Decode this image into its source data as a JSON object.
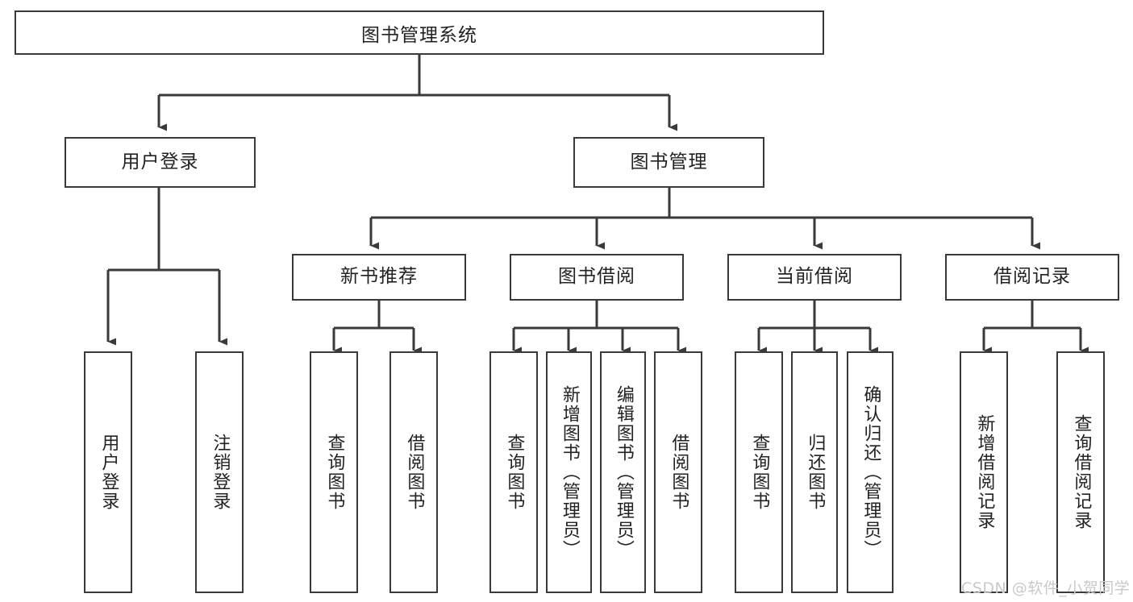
{
  "diagram": {
    "title": "图书管理系统",
    "type": "tree-hierarchy-chart",
    "background_color": "#ffffff",
    "line_color": "#3a3a3a",
    "box_border_color": "#3a3a3a",
    "text_color": "#222222"
  },
  "root": {
    "label": "图书管理系统"
  },
  "level1": [
    {
      "label": "用户登录"
    },
    {
      "label": "图书管理"
    }
  ],
  "level2": [
    {
      "label": "新书推荐"
    },
    {
      "label": "图书借阅"
    },
    {
      "label": "当前借阅"
    },
    {
      "label": "借阅记录"
    }
  ],
  "leaves": {
    "user_login": [
      {
        "label": "用户登录"
      },
      {
        "label": "注销登录"
      }
    ],
    "new_book_recommend": [
      {
        "label": "查询图书"
      },
      {
        "label": "借阅图书"
      }
    ],
    "book_borrow": [
      {
        "label": "查询图书"
      },
      {
        "label": "新增图书（管理员）"
      },
      {
        "label": "编辑图书（管理员）"
      },
      {
        "label": "借阅图书"
      }
    ],
    "current_borrow": [
      {
        "label": "查询图书"
      },
      {
        "label": "归还图书"
      },
      {
        "label": "确认归还（管理员）"
      }
    ],
    "borrow_record": [
      {
        "label": "新增借阅记录"
      },
      {
        "label": "查询借阅记录"
      }
    ]
  },
  "watermark": {
    "text": "CSDN @软件_小贺同学"
  }
}
